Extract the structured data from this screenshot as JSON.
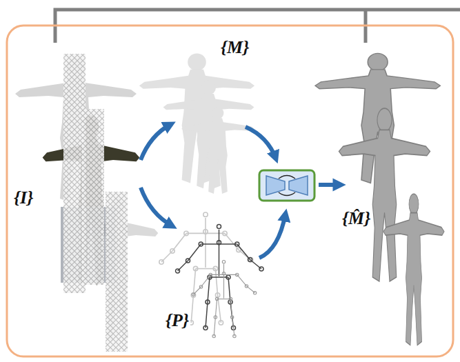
{
  "diagram": {
    "labels": [
      "{I}",
      "{M}",
      "{P}",
      "{M̂}"
    ]
  }
}
